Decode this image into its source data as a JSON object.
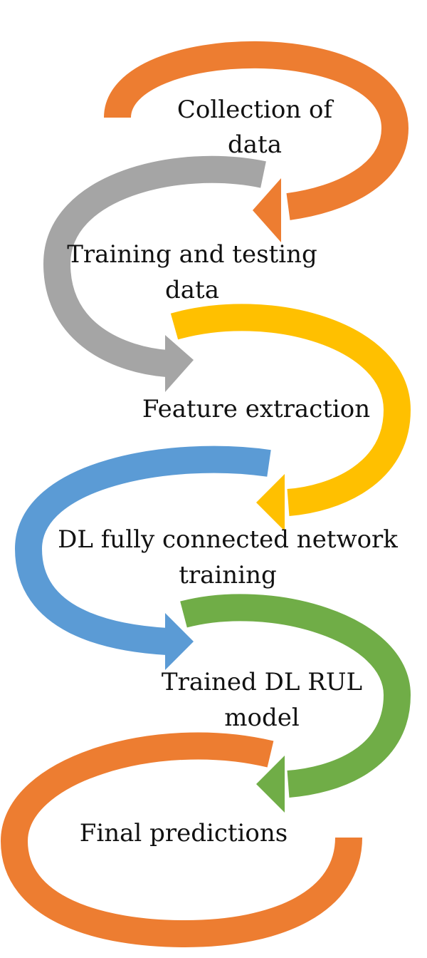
{
  "steps": [
    {
      "label_lines": [
        "Collection of",
        "data"
      ],
      "color": "#ED7D31"
    },
    {
      "label_lines": [
        "Training and testing",
        "data"
      ],
      "color": "#A5A5A5"
    },
    {
      "label_lines": [
        "Feature extraction"
      ],
      "color": "#FFC000"
    },
    {
      "label_lines": [
        "DL fully connected network",
        "training"
      ],
      "color": "#5B9BD5"
    },
    {
      "label_lines": [
        "Trained DL RUL",
        "model"
      ],
      "color": "#70AD47"
    },
    {
      "label_lines": [
        "Final predictions"
      ],
      "color": "#ED7D31"
    }
  ]
}
